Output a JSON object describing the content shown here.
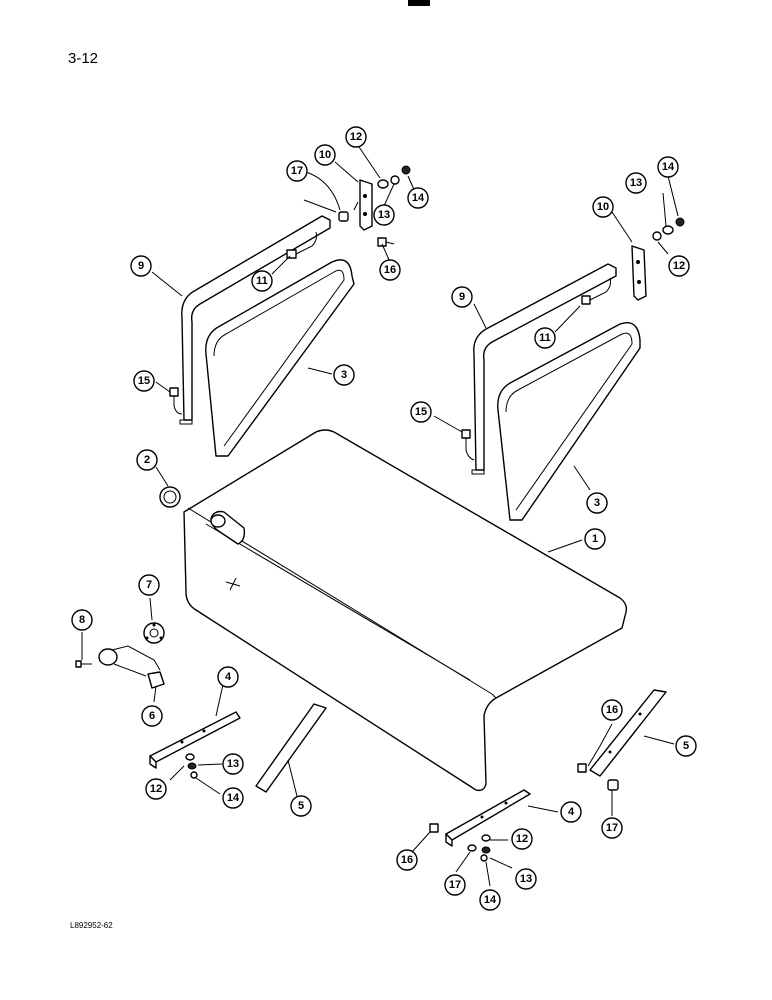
{
  "page_number": "3-12",
  "drawing_ref": "L892952-62",
  "callouts": {
    "c1": "1",
    "c2": "2",
    "c3a": "3",
    "c3b": "3",
    "c4a": "4",
    "c4b": "4",
    "c5a": "5",
    "c5b": "5",
    "c6": "6",
    "c7": "7",
    "c8": "8",
    "c9a": "9",
    "c9b": "9",
    "c10a": "10",
    "c10b": "10",
    "c11a": "11",
    "c11b": "11",
    "c12a": "12",
    "c12b": "12",
    "c12c": "12",
    "c12d": "12",
    "c13a": "13",
    "c13b": "13",
    "c13c": "13",
    "c13d": "13",
    "c14a": "14",
    "c14b": "14",
    "c14c": "14",
    "c14d": "14",
    "c15a": "15",
    "c15b": "15",
    "c16a": "16",
    "c16b": "16",
    "c16c": "16",
    "c17a": "17",
    "c17b": "17",
    "c17c": "17"
  }
}
